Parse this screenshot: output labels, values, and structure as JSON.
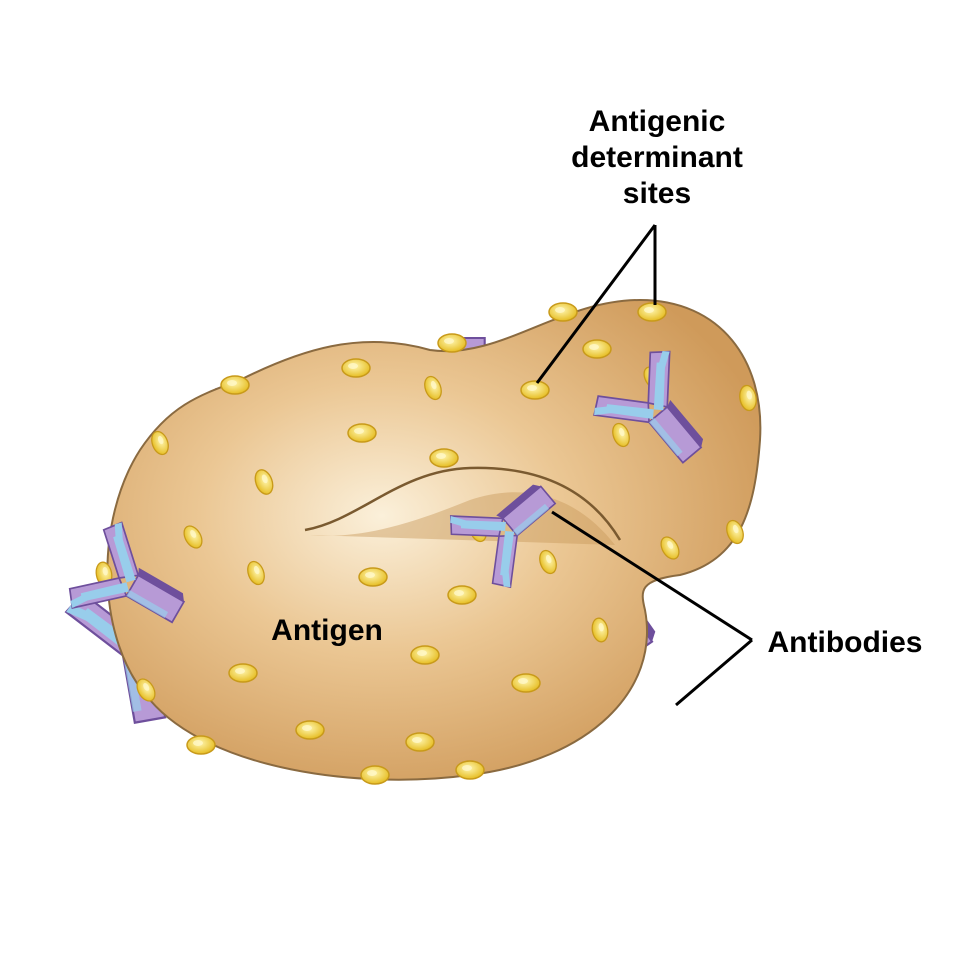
{
  "labels": {
    "antigenic_determinant_sites": [
      "Antigenic",
      "determinant",
      "sites"
    ],
    "antigen": "Antigen",
    "antibodies": "Antibodies"
  },
  "colors": {
    "antigen_fill": "#dfb077",
    "antigen_light": "#f6e3c2",
    "antigen_outline": "#8a6a40",
    "determinant_site": "#f4d23c",
    "determinant_site_edge": "#c89a1a",
    "antibody_purple": "#b79ad6",
    "antibody_dark": "#6e4f9c",
    "antibody_blue": "#98cdeb",
    "leader_line": "#000000"
  }
}
